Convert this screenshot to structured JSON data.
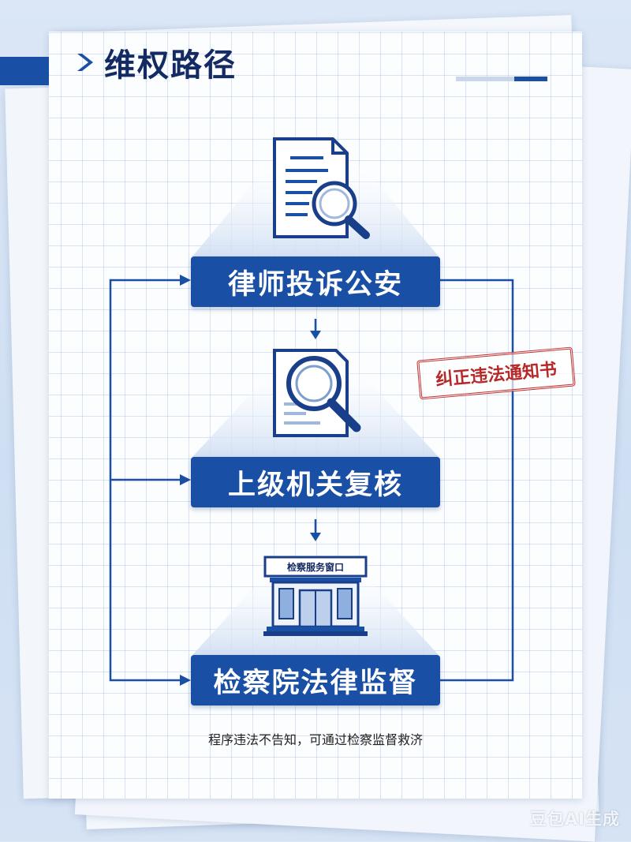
{
  "title": "维权路径",
  "steps": [
    {
      "label": "律师投诉公安",
      "icon": "document-search-icon"
    },
    {
      "label": "上级机关复核",
      "icon": "magnifier-document-icon"
    },
    {
      "label": "检察院法律监督",
      "icon": "procuratorate-building-icon"
    }
  ],
  "building_sign": "检察服务窗口",
  "stamp": "纠正违法通知书",
  "footer_note": "程序违法不告知，可通过检察监督救济",
  "watermark": "豆包AI生成",
  "colors": {
    "primary": "#1a4fa6",
    "dark_text": "#132a63",
    "stamp": "#c53030",
    "light_beam": "#dbe6f5"
  }
}
